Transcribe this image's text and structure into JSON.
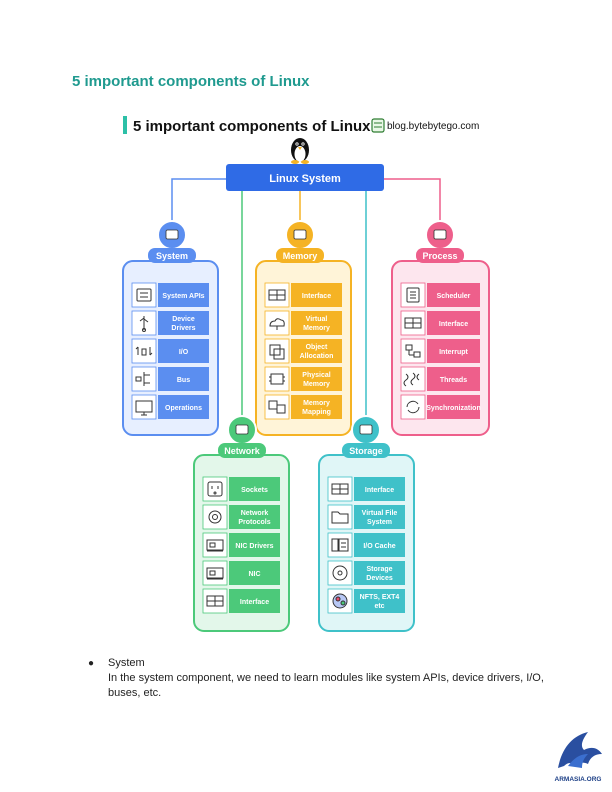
{
  "heading": "5 important components of Linux",
  "infographic": {
    "title": "5 important components of Linux",
    "source": "blog.bytebytego.com",
    "root": "Linux System",
    "groups": [
      {
        "title": "System",
        "color": "#5b8ef0",
        "light": "#e7efff",
        "items": [
          {
            "icon": "api-icon",
            "label": "System APIs"
          },
          {
            "icon": "usb-icon",
            "label": "Device Drivers"
          },
          {
            "icon": "io-arrows-icon",
            "label": "I/O"
          },
          {
            "icon": "bus-icon",
            "label": "Bus"
          },
          {
            "icon": "monitor-icon",
            "label": "Operations"
          }
        ]
      },
      {
        "title": "Memory",
        "color": "#f5b324",
        "light": "#fff4d8",
        "items": [
          {
            "icon": "interface-icon",
            "label": "Interface"
          },
          {
            "icon": "cloud-icon",
            "label": "Virtual Memory"
          },
          {
            "icon": "object-icon",
            "label": "Object Allocation"
          },
          {
            "icon": "chip-icon",
            "label": "Physical Memory"
          },
          {
            "icon": "mapping-icon",
            "label": "Memory Mapping"
          }
        ]
      },
      {
        "title": "Process",
        "color": "#ee5f8b",
        "light": "#fde6ee",
        "items": [
          {
            "icon": "clipboard-icon",
            "label": "Scheduler"
          },
          {
            "icon": "interface-icon",
            "label": "Interface"
          },
          {
            "icon": "interrupt-icon",
            "label": "Interrupt"
          },
          {
            "icon": "threads-icon",
            "label": "Threads"
          },
          {
            "icon": "sync-icon",
            "label": "Synchronization"
          }
        ]
      },
      {
        "title": "Network",
        "color": "#4cc97a",
        "light": "#e3f7ea",
        "items": [
          {
            "icon": "socket-icon",
            "label": "Sockets"
          },
          {
            "icon": "gear-network-icon",
            "label": "Network Protocols"
          },
          {
            "icon": "nic-card-icon",
            "label": "NIC Drivers"
          },
          {
            "icon": "nic-card-icon",
            "label": "NIC"
          },
          {
            "icon": "interface-icon",
            "label": "Interface"
          }
        ]
      },
      {
        "title": "Storage",
        "color": "#3fc1c9",
        "light": "#e0f6f7",
        "items": [
          {
            "icon": "interface-icon",
            "label": "Interface"
          },
          {
            "icon": "folder-icon",
            "label": "Virtual File System"
          },
          {
            "icon": "cache-icon",
            "label": "I/O Cache"
          },
          {
            "icon": "disk-icon",
            "label": "Storage Devices"
          },
          {
            "icon": "fs-icon",
            "label": "NFTS, EXT4 etc"
          }
        ]
      }
    ]
  },
  "bullets": [
    {
      "title": "System",
      "body": "In the system component, we need to learn modules like system APIs, device drivers, I/O, buses, etc."
    }
  ],
  "footer_logo": {
    "icon": "eagle-logo-icon",
    "text": "ARMASIA.ORG"
  }
}
